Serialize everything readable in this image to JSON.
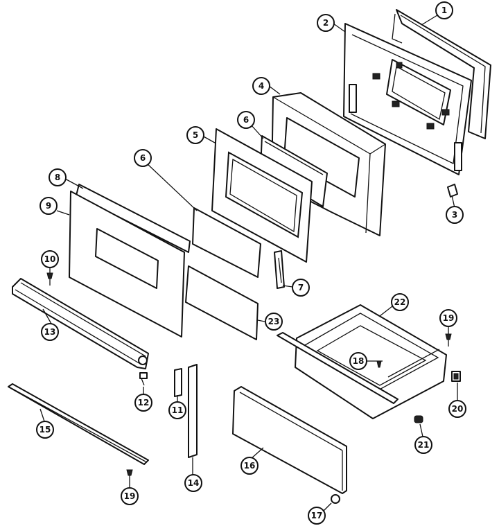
{
  "callouts": [
    {
      "id": "1",
      "label": "1"
    },
    {
      "id": "2",
      "label": "2"
    },
    {
      "id": "3",
      "label": "3"
    },
    {
      "id": "4",
      "label": "4"
    },
    {
      "id": "5",
      "label": "5"
    },
    {
      "id": "6a",
      "label": "6"
    },
    {
      "id": "6b",
      "label": "6"
    },
    {
      "id": "7",
      "label": "7"
    },
    {
      "id": "8",
      "label": "8"
    },
    {
      "id": "9",
      "label": "9"
    },
    {
      "id": "10",
      "label": "10"
    },
    {
      "id": "11",
      "label": "11"
    },
    {
      "id": "12",
      "label": "12"
    },
    {
      "id": "13",
      "label": "13"
    },
    {
      "id": "14",
      "label": "14"
    },
    {
      "id": "15",
      "label": "15"
    },
    {
      "id": "16",
      "label": "16"
    },
    {
      "id": "17",
      "label": "17"
    },
    {
      "id": "18",
      "label": "18"
    },
    {
      "id": "19a",
      "label": "19"
    },
    {
      "id": "19b",
      "label": "19"
    },
    {
      "id": "20",
      "label": "20"
    },
    {
      "id": "21",
      "label": "21"
    },
    {
      "id": "22",
      "label": "22"
    },
    {
      "id": "23",
      "label": "23"
    }
  ]
}
